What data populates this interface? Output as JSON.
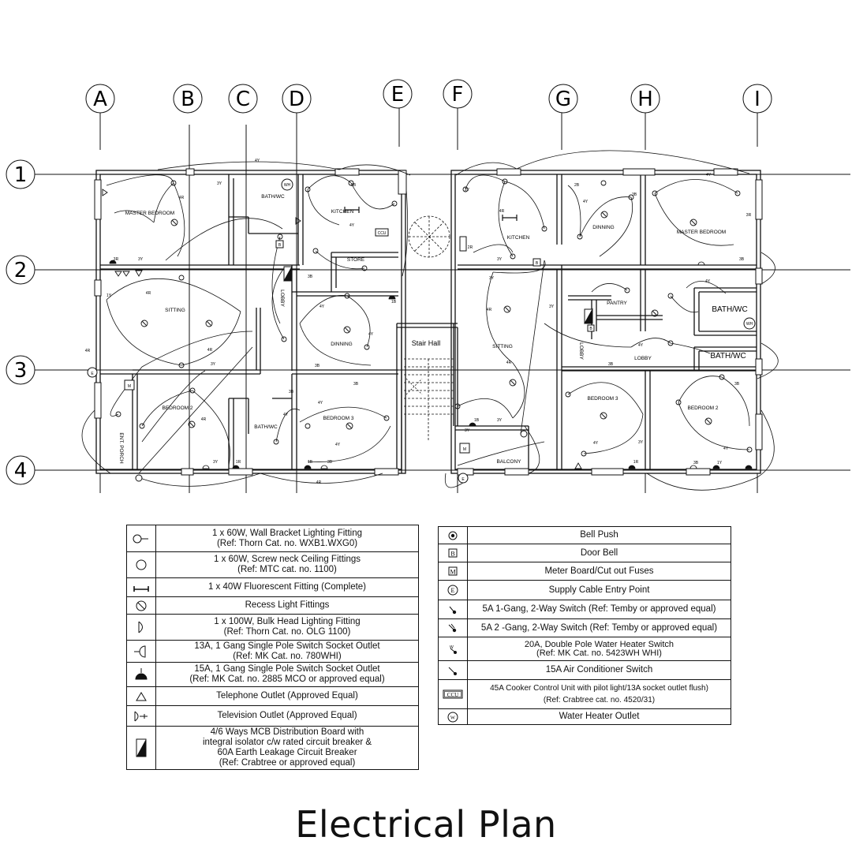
{
  "title": "Electrical Plan",
  "grid": {
    "columns": [
      "A",
      "B",
      "C",
      "D",
      "E",
      "F",
      "G",
      "H",
      "I"
    ],
    "rows": [
      "1",
      "2",
      "3",
      "4"
    ]
  },
  "rooms": {
    "master_bedroom_left": "MASTER BEDROOM",
    "bath_wc_left_top": "BATH/WC",
    "kitchen_left": "KITCHEN",
    "store": "STORE",
    "sitting_left": "SITTING",
    "lobby_left": "LOBBY",
    "dinning_left": "DINNING",
    "bedroom2_left": "BEDROOM 2",
    "bath_wc_left_bottom": "BATH/WC",
    "bedroom3_left": "BEDROOM 3",
    "ent_porch": "ENT. PORCH",
    "stair_hall": "Stair Hall",
    "kitchen_right": "KITCHEN",
    "dinning_right": "DINNING",
    "master_bedroom_right": "MASTER BEDROOM",
    "sitting_right": "SITTING",
    "pantry": "PANTRY",
    "bath_wc_right_top": "BATH/WC",
    "bath_wc_right_bottom": "BATH/WC",
    "lobby_right_vertical": "LOBBY",
    "lobby_right": "LOBBY",
    "bedroom3_right": "BEDROOM 3",
    "bedroom2_right": "BEDROOM 2",
    "balcony": "BALCONY"
  },
  "circuit_marks": [
    "4Y",
    "4R",
    "3Y",
    "3B",
    "2B",
    "2Y",
    "2R",
    "1B",
    "1R",
    "1Y",
    "3R"
  ],
  "legend_left": [
    {
      "icon": "wall-bracket-icon",
      "text": "1 x 60W, Wall Bracket Lighting Fitting\n(Ref: Thorn Cat. no. WXB1.WXG0)"
    },
    {
      "icon": "ceiling-fitting-icon",
      "text": "1 x 60W, Screw neck Ceiling Fittings\n(Ref: MTC cat. no. 1100)"
    },
    {
      "icon": "fluorescent-icon",
      "text": "1 x 40W Fluorescent Fitting (Complete)"
    },
    {
      "icon": "recess-light-icon",
      "text": "Recess Light Fittings"
    },
    {
      "icon": "bulk-head-icon",
      "text": "1 x 100W, Bulk Head Lighting Fitting\n(Ref: Thorn Cat. no. OLG 1100)"
    },
    {
      "icon": "socket-13a-icon",
      "text": "13A, 1 Gang Single Pole Switch Socket Outlet\n(Ref: MK Cat. no. 780WHI)"
    },
    {
      "icon": "socket-15a-icon",
      "text": "15A, 1 Gang Single Pole Switch Socket Outlet\n(Ref: MK Cat. no. 2885 MCO or approved equal)"
    },
    {
      "icon": "telephone-outlet-icon",
      "text": "Telephone Outlet (Approved Equal)"
    },
    {
      "icon": "television-outlet-icon",
      "text": "Television Outlet (Approved Equal)"
    },
    {
      "icon": "distribution-board-icon",
      "text": "4/6 Ways MCB Distribution Board with\nintegral isolator c/w rated circuit breaker &\n60A Earth Leakage Circuit Breaker\n(Ref: Crabtree or approved equal)"
    }
  ],
  "legend_right": [
    {
      "icon": "bell-push-icon",
      "text": "Bell Push"
    },
    {
      "icon": "door-bell-icon",
      "text": "Door Bell"
    },
    {
      "icon": "meter-board-icon",
      "text": "Meter Board/Cut out Fuses"
    },
    {
      "icon": "supply-entry-icon",
      "text": "Supply Cable Entry Point"
    },
    {
      "icon": "switch-1gang-icon",
      "text": "5A 1-Gang, 2-Way Switch (Ref: Temby or approved equal)"
    },
    {
      "icon": "switch-2gang-icon",
      "text": "5A 2 -Gang, 2-Way Switch (Ref: Temby or approved equal)"
    },
    {
      "icon": "water-heater-switch-icon",
      "text": "20A, Double Pole Water Heater Switch\n(Ref: MK Cat. no. 5423WH WHI)"
    },
    {
      "icon": "ac-switch-icon",
      "text": "15A Air Conditioner Switch"
    },
    {
      "icon": "ccu-icon",
      "text": "45A Cooker Control Unit with pilot light/13A socket outlet flush)\n(Ref: Crabtree cat. no. 4520/31)"
    },
    {
      "icon": "water-heater-outlet-icon",
      "text": "Water Heater Outlet"
    }
  ],
  "symbol_letters": {
    "door_bell": "B",
    "meter": "M",
    "supply": "E",
    "ccu": "CCU",
    "water_heater": "W",
    "wh": "WH"
  }
}
